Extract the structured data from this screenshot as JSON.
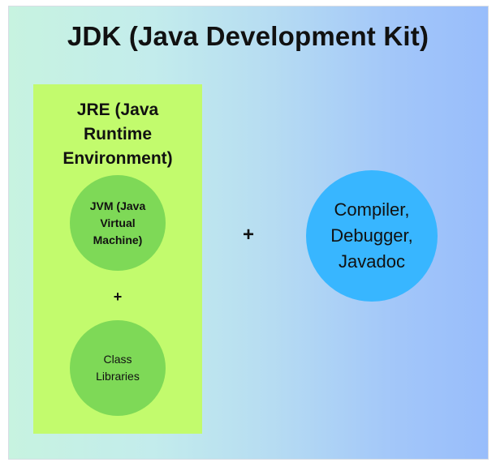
{
  "diagram": {
    "title": "JDK (Java Development Kit)",
    "jre": {
      "label": "JRE (Java\nRuntime\nEnvironment)",
      "jvm_label": "JVM (Java\nVirtual\nMachine)",
      "plus": "+",
      "class_libraries_label": "Class\nLibraries"
    },
    "plus": "+",
    "tools_label": "Compiler,\nDebugger,\nJavadoc"
  },
  "colors": {
    "jre_box": "#c2fb6d",
    "jvm_circle": "#7ed957",
    "class_libraries_circle": "#7ed957",
    "tools_circle": "#38b6ff"
  }
}
